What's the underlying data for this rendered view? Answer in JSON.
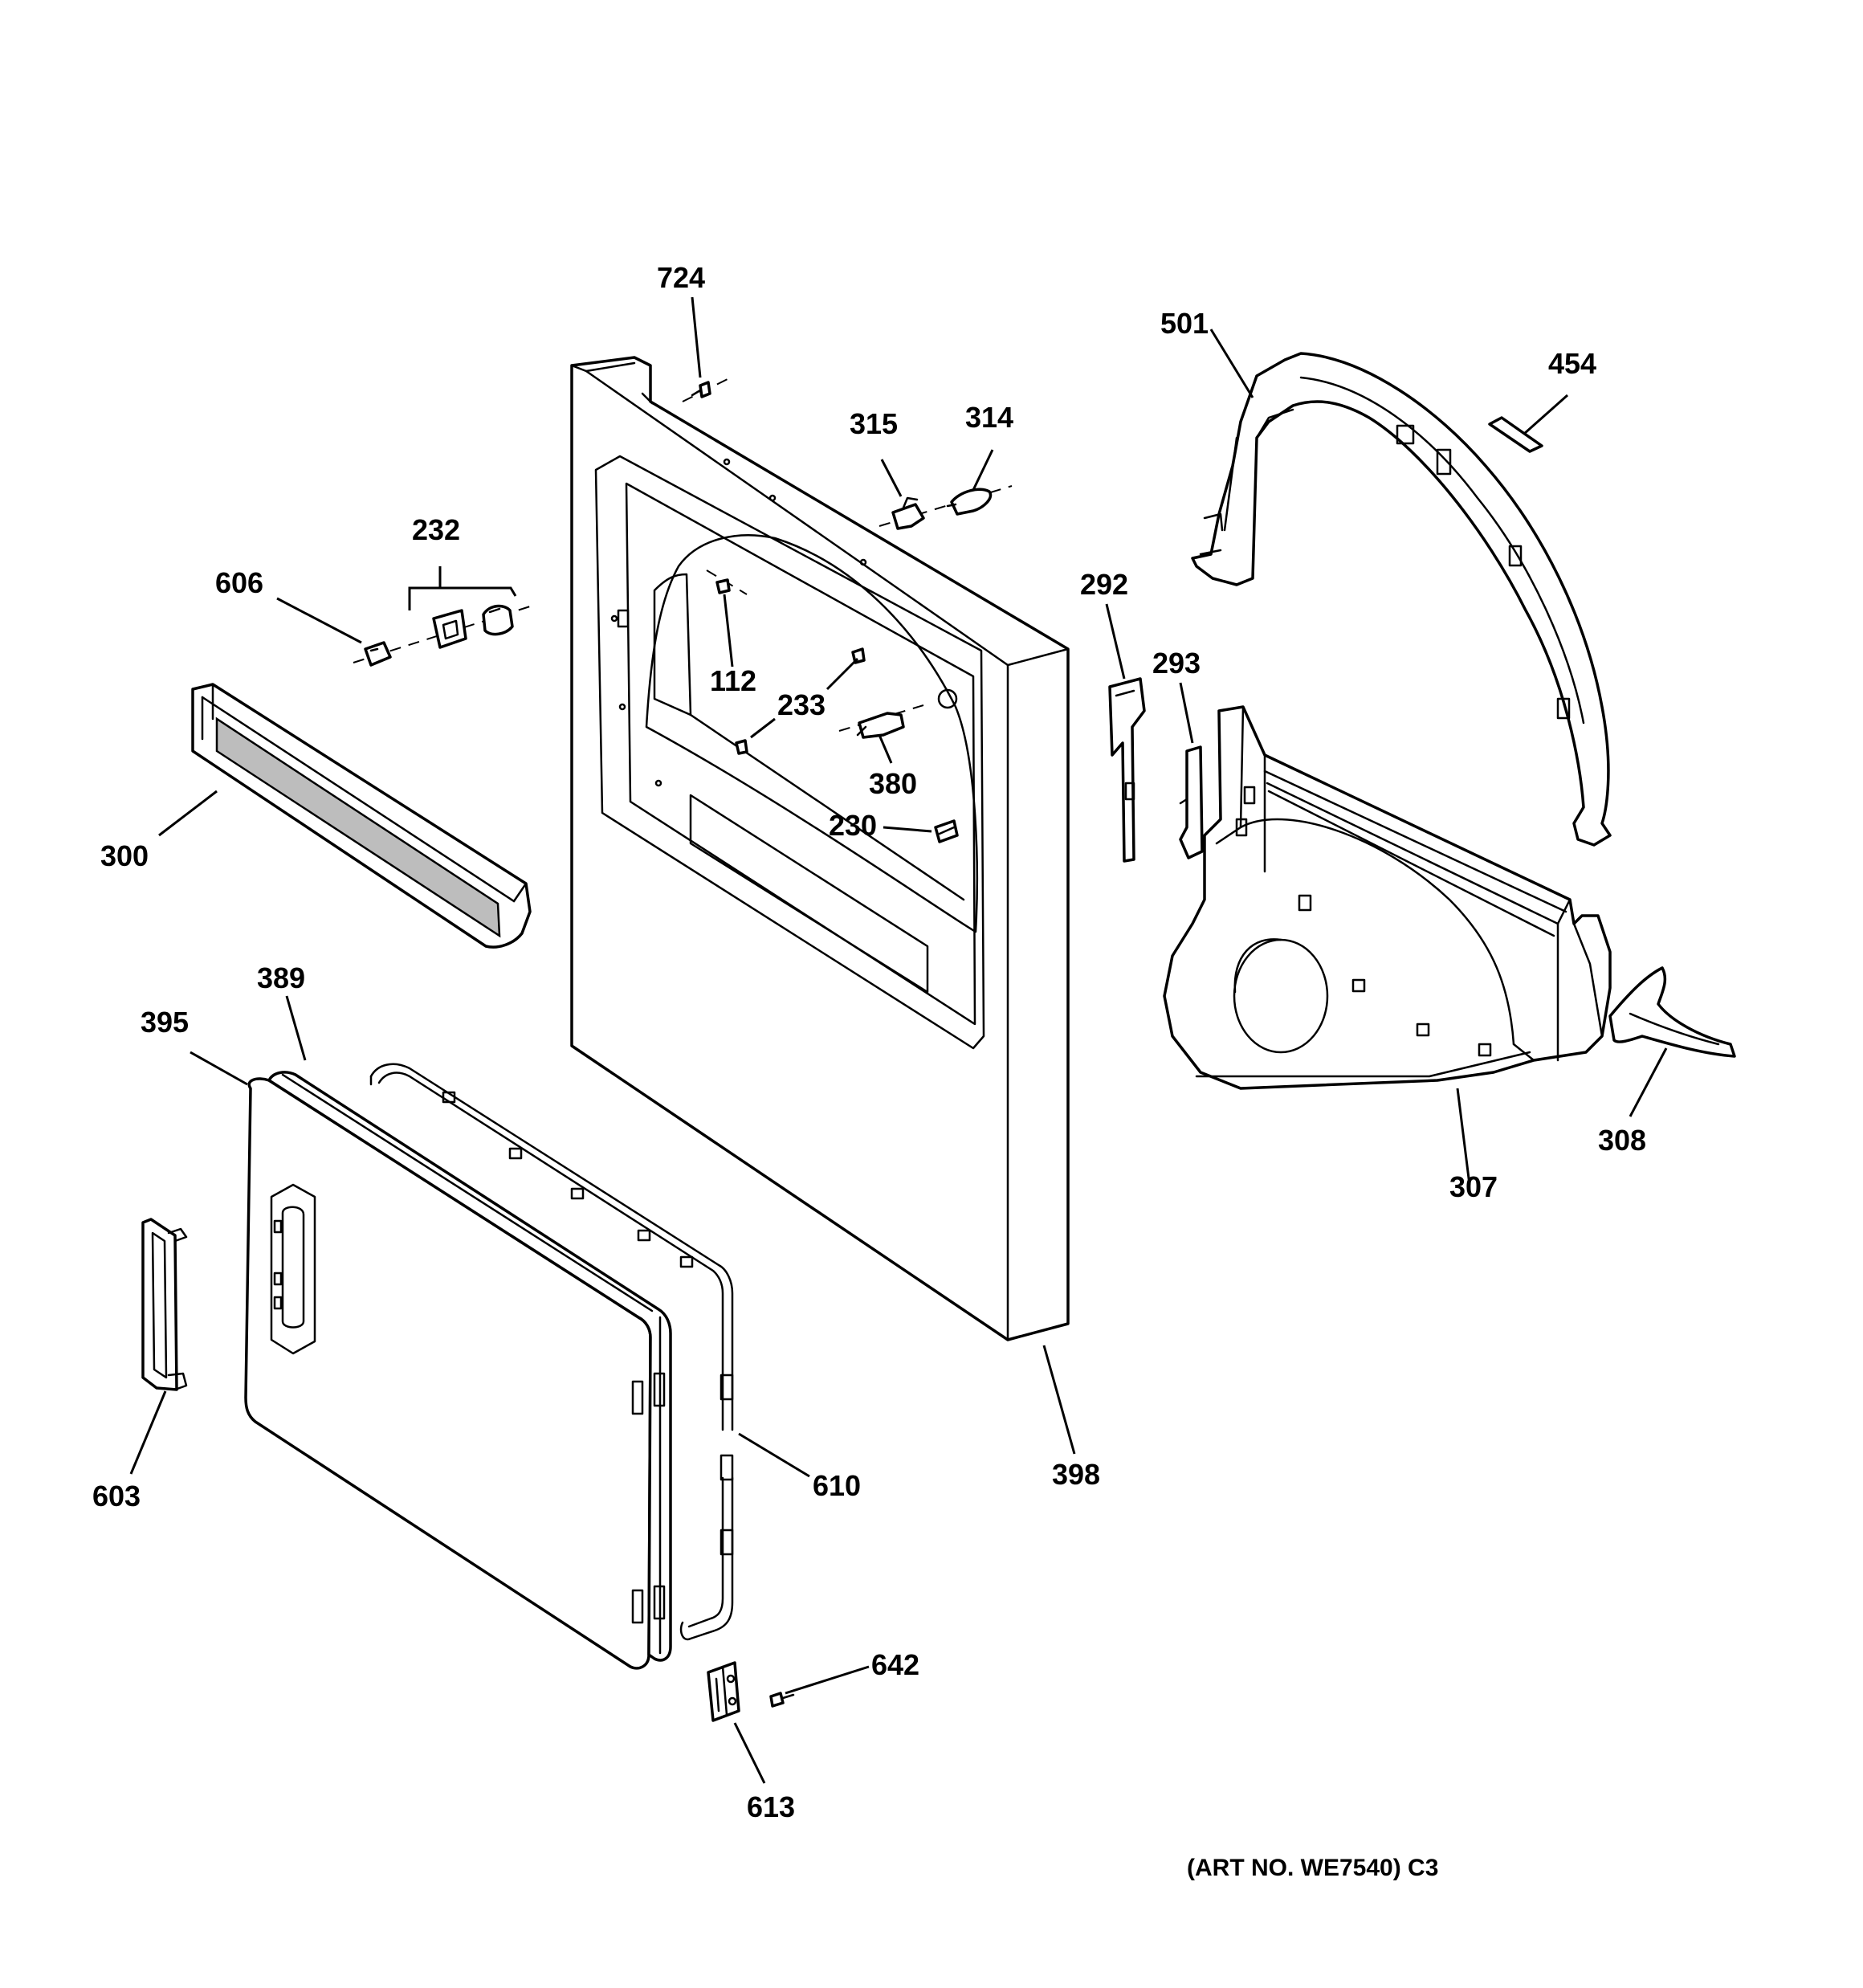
{
  "callouts": {
    "p724": "724",
    "p315": "315",
    "p314": "314",
    "p501": "501",
    "p454": "454",
    "p232": "232",
    "p606": "606",
    "p112": "112",
    "p233": "233",
    "p380": "380",
    "p230": "230",
    "p292": "292",
    "p293": "293",
    "p300": "300",
    "p389": "389",
    "p395": "395",
    "p398": "398",
    "p307": "307",
    "p308": "308",
    "p603": "603",
    "p610": "610",
    "p642": "642",
    "p613": "613"
  },
  "art_number": "(ART NO. WE7540) C3"
}
